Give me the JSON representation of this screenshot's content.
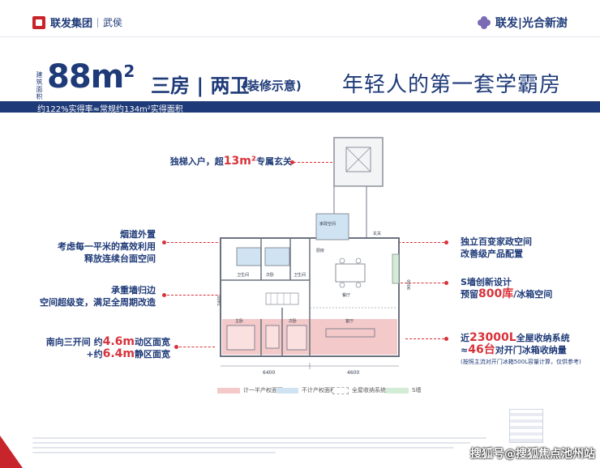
{
  "header": {
    "brand_left": "联发集团",
    "city": "武侯",
    "brand_right": "联发|光合新澍"
  },
  "title": {
    "area_label": "建筑面积",
    "area_value": "88m",
    "area_unit_sup": "2",
    "rooms": "三房 | 两卫",
    "decoration_note": "(装修示意)",
    "slogan": "年轻人的第一套学霸房",
    "ratio_text": "约122%实得率≈常规约134m²实得面积"
  },
  "callouts": {
    "entrance": {
      "pre": "独梯入户，超",
      "highlight": "13m²",
      "post": "专属玄关"
    },
    "flue": {
      "lines": [
        "烟道外置",
        "考虑每一平米的高效利用",
        "释放连续台面空间"
      ]
    },
    "bearing_wall": {
      "lines": [
        "承重墙归边",
        "空间超级变，满足全周期改造"
      ]
    },
    "south": {
      "line1_pre": "南向三开间 约",
      "line1_hl": "4.6m",
      "line1_post": "动区面宽",
      "line2_pre": "+约",
      "line2_hl": "6.4m",
      "line2_post": "静区面宽"
    },
    "housekeeping": {
      "lines": [
        "独立百变家政空间",
        "改善级产品配置"
      ]
    },
    "s_wall": {
      "line1": "S墙创新设计",
      "line2_pre": "预留",
      "line2_hl": "800库",
      "line2_post": "/冰箱空间"
    },
    "storage": {
      "line1_pre": "近",
      "line1_hl": "23000L",
      "line1_post": "全屋收纳系统",
      "line2_pre": "≈",
      "line2_hl": "46台",
      "line2_post": "对开门冰箱收纳量",
      "note": "(按照主流对开门冰箱500L容量计算，仅供参考)"
    }
  },
  "plan": {
    "dim_bottom_left": "6400",
    "dim_bottom_right": "4600",
    "dim_left": "7400",
    "dim_right": "9000",
    "rooms": [
      "家政空间",
      "玄关",
      "卫生间",
      "次卧",
      "卫生间",
      "厨房",
      "餐厅",
      "主卧",
      "次卧",
      "客厅"
    ]
  },
  "legend": {
    "items": [
      {
        "label": "计一半产权面积",
        "color": "#f3c9c9"
      },
      {
        "label": "不计产权面积",
        "color": "#cfe3f2"
      },
      {
        "label": "全屋收纳系统",
        "color": "#ffffff"
      },
      {
        "label": "S墙",
        "color": "#d3ecd5"
      }
    ]
  },
  "watermark": "搜狐号@搜狐焦点池州站",
  "colors": {
    "navy": "#1e3a78",
    "accent": "#d8323a",
    "brand_red": "#c8242b"
  }
}
